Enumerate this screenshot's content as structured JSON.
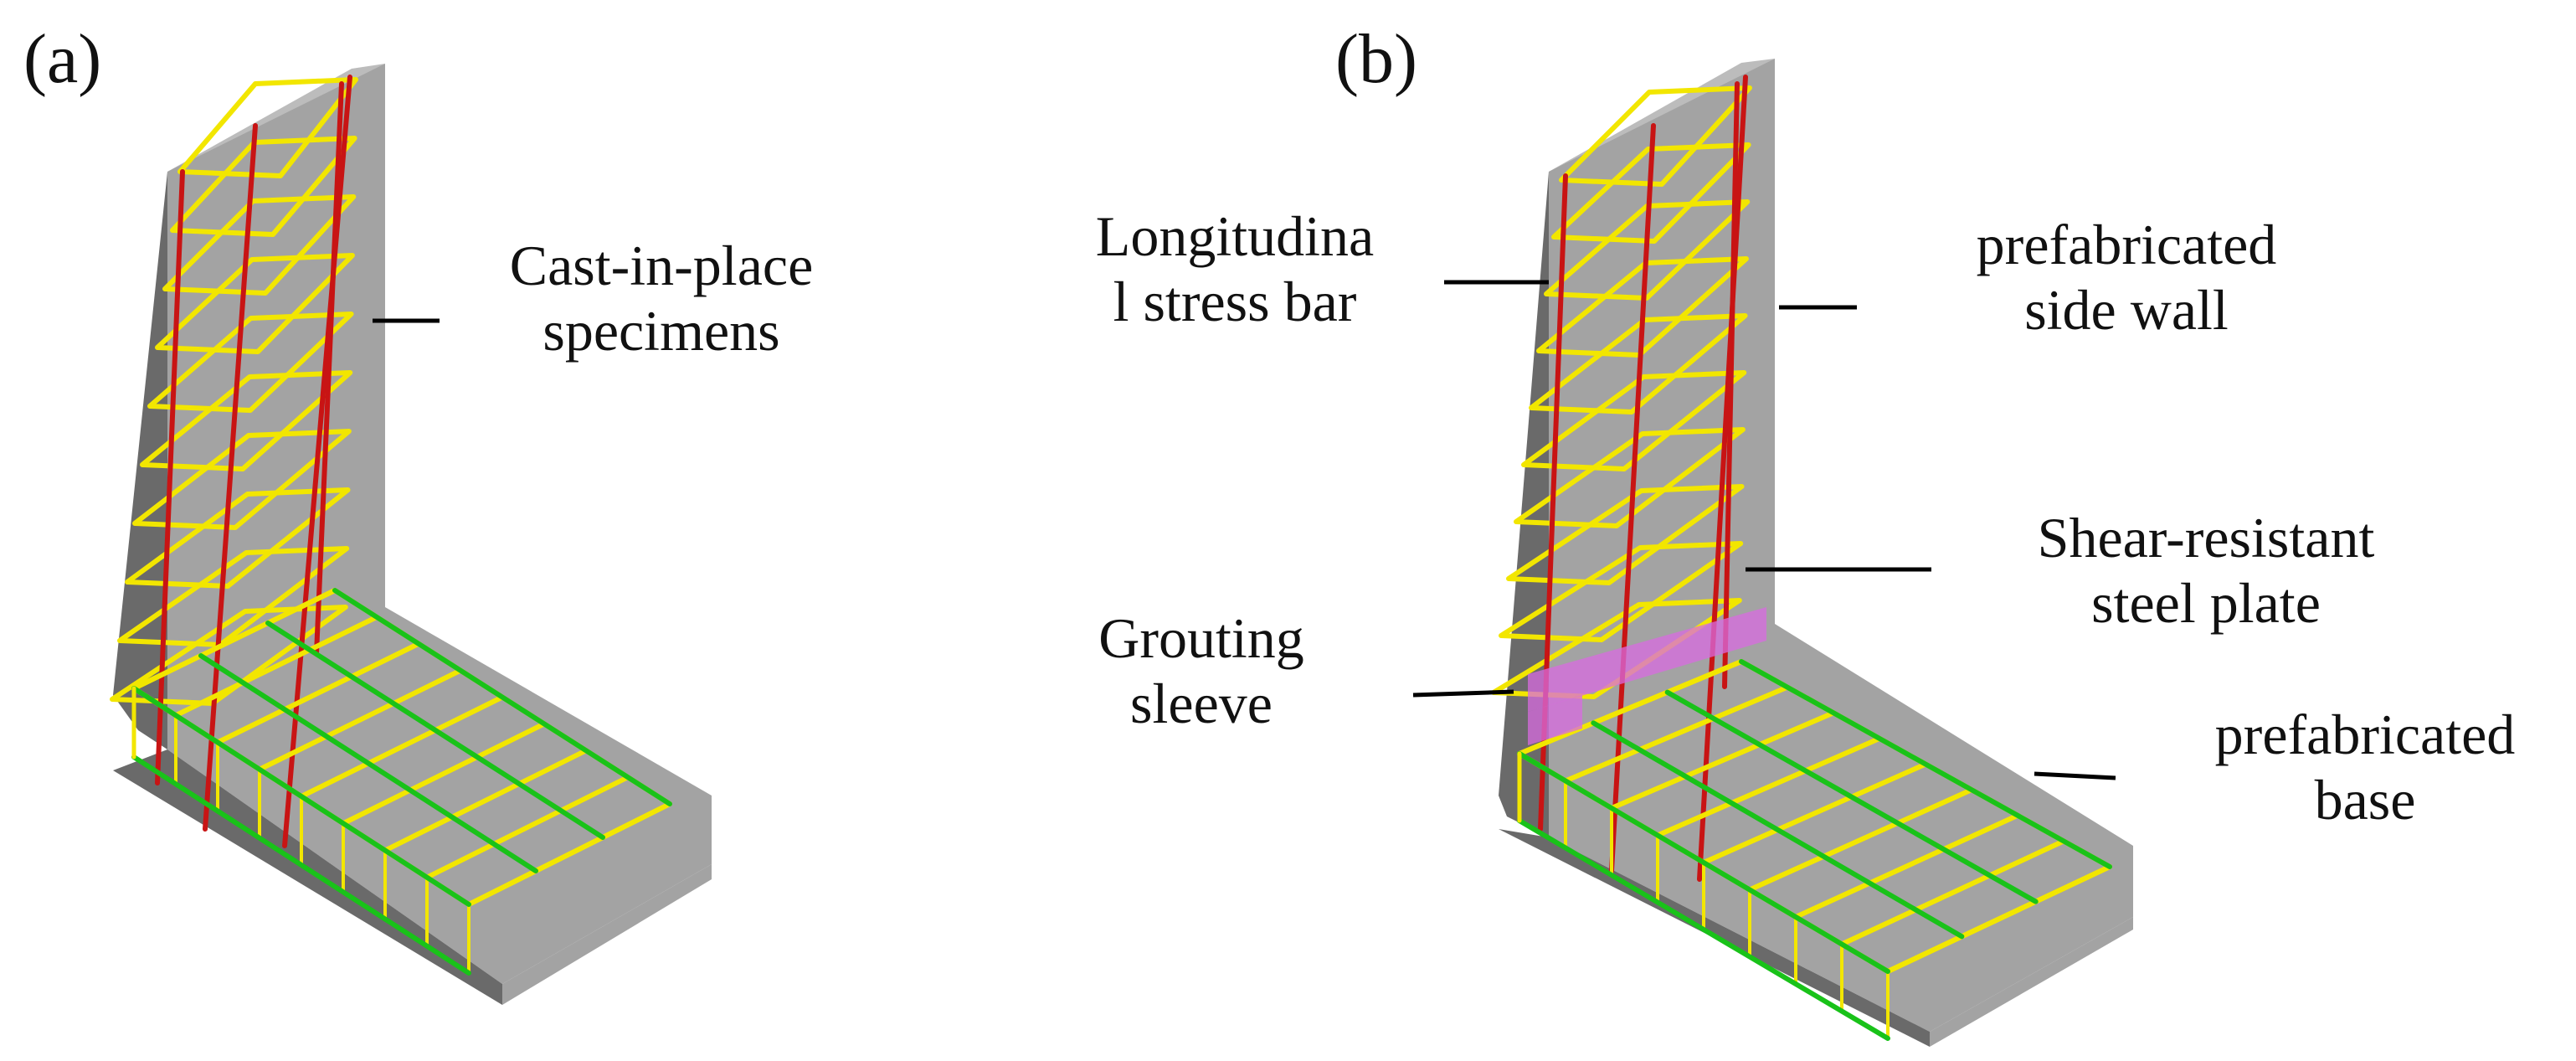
{
  "panels": [
    {
      "id": "a",
      "label": "(a)",
      "callouts": [
        "Cast-in-place\nspecimens"
      ]
    },
    {
      "id": "b",
      "label": "(b)",
      "callouts": [
        "Longitudina\nl stress bar",
        "prefabricated\nside wall",
        "Shear-resistant\nsteel plate",
        "Grouting\nsleeve",
        "prefabricated\nbase"
      ]
    }
  ],
  "colors": {
    "concrete_front": "#a3a3a3",
    "concrete_side": "#6a6a6a",
    "concrete_top": "#bcbcbc",
    "stirrup": "#f2e600",
    "longitudinal_bar": "#c81414",
    "base_bar": "#19c219",
    "shear_plate": "#d86be0",
    "leader_line": "#000000"
  }
}
